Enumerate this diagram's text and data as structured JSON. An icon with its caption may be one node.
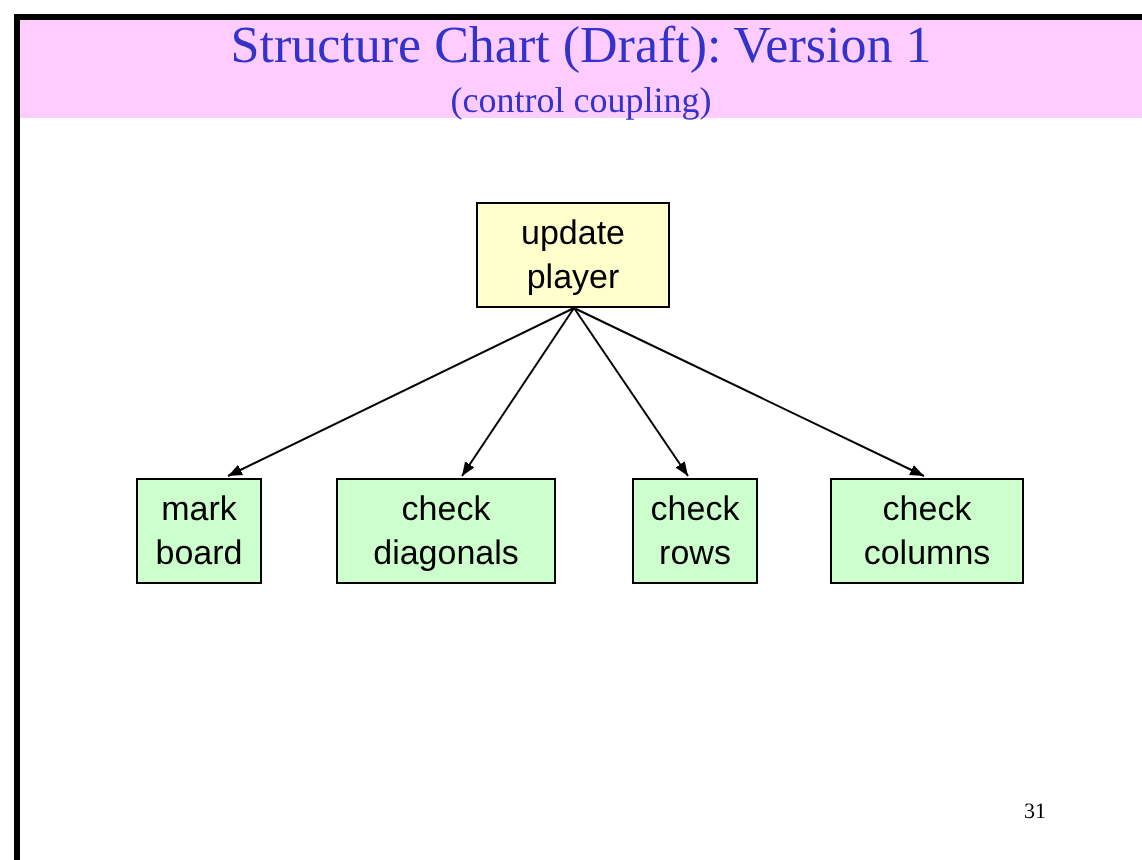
{
  "diagram": {
    "title": "Structure Chart (Draft): Version 1",
    "nodes": [
      {
        "text": [
          "update player"
        ]
      },
      {
        "text": [
          "mark board"
        ]
      },
      {
        "text": [
          "check diagonals"
        ]
      },
      {
        "text": [
          "check rows"
        ]
      },
      {
        "text": [
          "check columns"
        ]
      }
    ],
    "edges": [
      {
        "from": 0,
        "to": 1,
        "arrow": "to"
      },
      {
        "from": 0,
        "to": 2,
        "arrow": "to"
      },
      {
        "from": 0,
        "to": 3,
        "arrow": "to"
      },
      {
        "from": 0,
        "to": 4,
        "arrow": "to"
      }
    ],
    "labels": [
      "(control coupling)",
      "31"
    ]
  }
}
